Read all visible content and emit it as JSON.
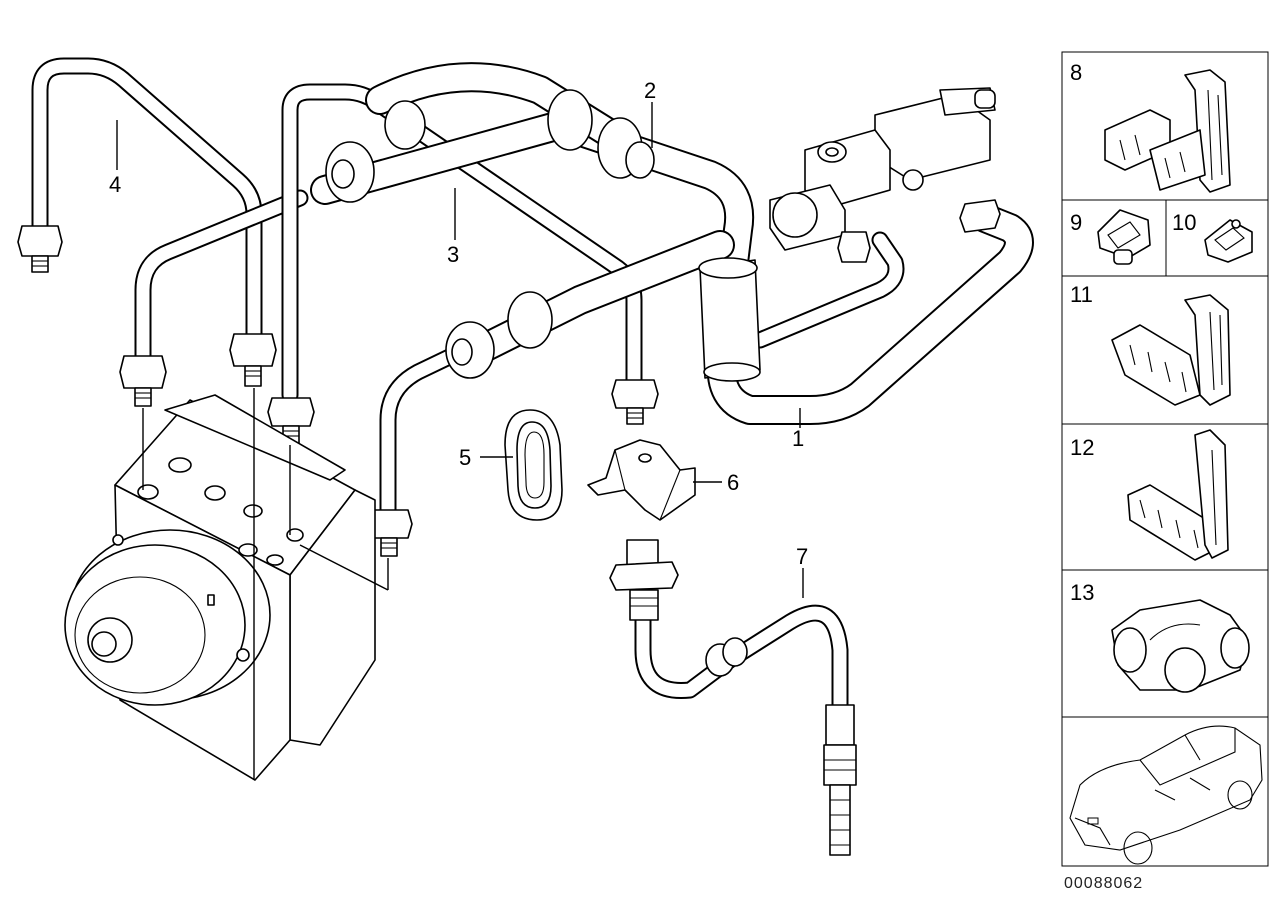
{
  "callouts": {
    "c1": "1",
    "c2": "2",
    "c3": "3",
    "c4": "4",
    "c5": "5",
    "c6": "6",
    "c7": "7"
  },
  "panels": {
    "p8": "8",
    "p9": "9",
    "p10": "10",
    "p11": "11",
    "p12": "12",
    "p13": "13"
  },
  "diagram_code": "00088062",
  "icons": {
    "abs_unit": "abs-hydraulic-unit-icon",
    "car": "car-silhouette-icon"
  }
}
